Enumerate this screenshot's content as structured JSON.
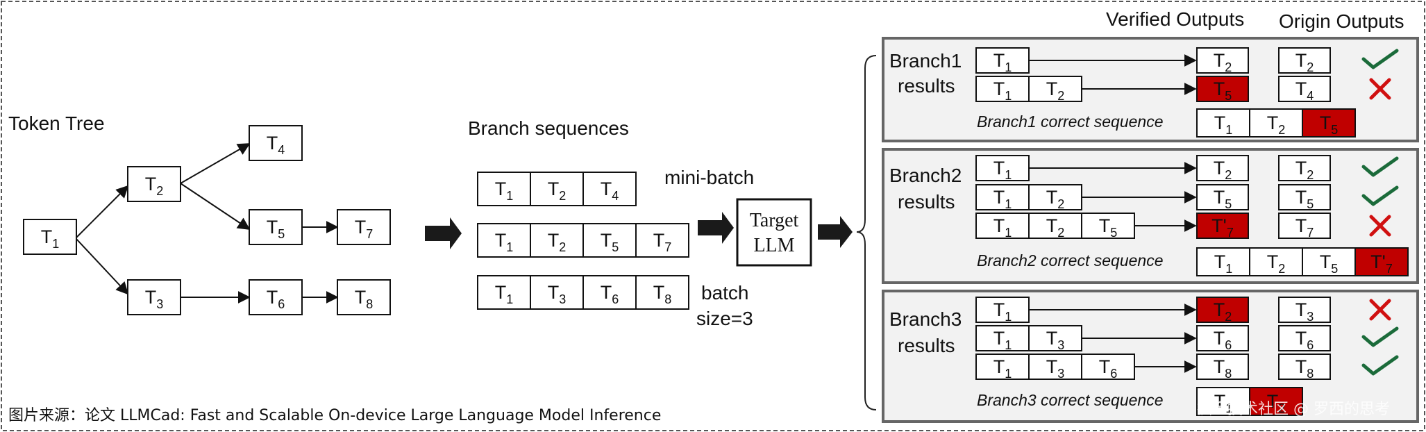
{
  "caption": "图片来源：论文 LLMCad: Fast and Scalable On-device Large Language Model Inference",
  "watermark": "掘金技术社区 @ 罗西的思考",
  "token_tree": {
    "title": "Token Tree",
    "nodes": [
      "T1",
      "T2",
      "T3",
      "T4",
      "T5",
      "T6",
      "T7",
      "T8"
    ]
  },
  "branch_sequences": {
    "title": "Branch sequences",
    "rows": [
      [
        "T1",
        "T2",
        "T4"
      ],
      [
        "T1",
        "T2",
        "T5",
        "T7"
      ],
      [
        "T1",
        "T3",
        "T6",
        "T8"
      ]
    ]
  },
  "mini_batch_label": "mini-batch",
  "batch_size_label": [
    "batch",
    "size=3"
  ],
  "target_llm": [
    "Target",
    "LLM"
  ],
  "headers": {
    "verified": "Verified Outputs",
    "origin": "Origin Outputs"
  },
  "branches": [
    {
      "label": [
        "Branch1",
        "results"
      ],
      "inputs": [
        [
          "T1"
        ],
        [
          "T1",
          "T2"
        ]
      ],
      "verified": [
        "T2",
        "T5"
      ],
      "verified_red": [
        false,
        true
      ],
      "origin": [
        "T2",
        "T4"
      ],
      "marks": [
        "check",
        "cross"
      ],
      "correct_label": "Branch1 correct sequence",
      "correct_seq": [
        "T1",
        "T2",
        "T5"
      ],
      "correct_red": [
        false,
        false,
        true
      ]
    },
    {
      "label": [
        "Branch2",
        "results"
      ],
      "inputs": [
        [
          "T1"
        ],
        [
          "T1",
          "T2"
        ],
        [
          "T1",
          "T2",
          "T5"
        ]
      ],
      "verified": [
        "T2",
        "T5",
        "T'7"
      ],
      "verified_red": [
        false,
        false,
        true
      ],
      "origin": [
        "T2",
        "T5",
        "T7"
      ],
      "marks": [
        "check",
        "check",
        "cross"
      ],
      "correct_label": "Branch2 correct sequence",
      "correct_seq": [
        "T1",
        "T2",
        "T5",
        "T'7"
      ],
      "correct_red": [
        false,
        false,
        false,
        true
      ]
    },
    {
      "label": [
        "Branch3",
        "results"
      ],
      "inputs": [
        [
          "T1"
        ],
        [
          "T1",
          "T3"
        ],
        [
          "T1",
          "T3",
          "T6"
        ]
      ],
      "verified": [
        "T2",
        "T6",
        "T8"
      ],
      "verified_red": [
        true,
        false,
        false
      ],
      "origin": [
        "T3",
        "T6",
        "T8"
      ],
      "marks": [
        "cross",
        "check",
        "check"
      ],
      "correct_label": "Branch3 correct sequence",
      "correct_seq": [
        "T1",
        "T2"
      ],
      "correct_red": [
        false,
        true
      ]
    }
  ],
  "colors": {
    "check": "#1b6b3a",
    "cross": "#d01010",
    "verified_wrong": "#c00000",
    "panel_bg": "#f2f2f2"
  }
}
